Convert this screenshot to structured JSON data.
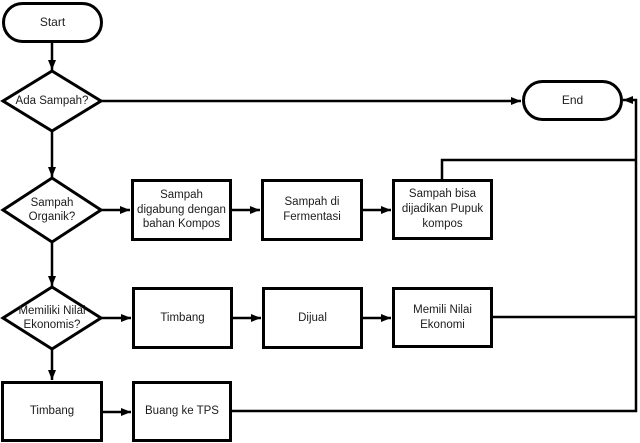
{
  "diagram": {
    "background": "#ffffff",
    "stroke_color": "#000000",
    "text_color": "#1c1c1c",
    "nodes": {
      "start": {
        "type": "terminator",
        "label": "Start"
      },
      "end": {
        "type": "terminator",
        "label": "End"
      },
      "ada_sampah": {
        "type": "decision",
        "label": "Ada Sampah?"
      },
      "sampah_organik": {
        "type": "decision",
        "label": "Sampah\nOrganik?"
      },
      "memiliki_nilai_ekonomis": {
        "type": "decision",
        "label": "Memiliki Nilai\nEkonomis?"
      },
      "sampah_digabung": {
        "type": "process",
        "label": "Sampah\ndigabung dengan\nbahan Kompos"
      },
      "sampah_fermentasi": {
        "type": "process",
        "label": "Sampah di\nFermentasi"
      },
      "pupuk_kompos": {
        "type": "process",
        "label": "Sampah bisa\ndijadikan Pupuk\nkompos"
      },
      "timbang_1": {
        "type": "process",
        "label": "Timbang"
      },
      "dijual": {
        "type": "process",
        "label": "Dijual"
      },
      "memili_nilai_ekonomi": {
        "type": "process",
        "label": "Memili Nilai\nEkonomi"
      },
      "timbang_2": {
        "type": "process",
        "label": "Timbang"
      },
      "buang_ke_tps": {
        "type": "process",
        "label": "Buang ke TPS"
      }
    },
    "edges": [
      {
        "from": "start",
        "to": "ada_sampah"
      },
      {
        "from": "ada_sampah",
        "to": "end"
      },
      {
        "from": "ada_sampah",
        "to": "sampah_organik"
      },
      {
        "from": "sampah_organik",
        "to": "sampah_digabung"
      },
      {
        "from": "sampah_digabung",
        "to": "sampah_fermentasi"
      },
      {
        "from": "sampah_fermentasi",
        "to": "pupuk_kompos"
      },
      {
        "from": "pupuk_kompos",
        "to": "end"
      },
      {
        "from": "sampah_organik",
        "to": "memiliki_nilai_ekonomis"
      },
      {
        "from": "memiliki_nilai_ekonomis",
        "to": "timbang_1"
      },
      {
        "from": "timbang_1",
        "to": "dijual"
      },
      {
        "from": "dijual",
        "to": "memili_nilai_ekonomi"
      },
      {
        "from": "memili_nilai_ekonomi",
        "to": "end"
      },
      {
        "from": "memiliki_nilai_ekonomis",
        "to": "timbang_2"
      },
      {
        "from": "timbang_2",
        "to": "buang_ke_tps"
      },
      {
        "from": "buang_ke_tps",
        "to": "end"
      }
    ]
  }
}
